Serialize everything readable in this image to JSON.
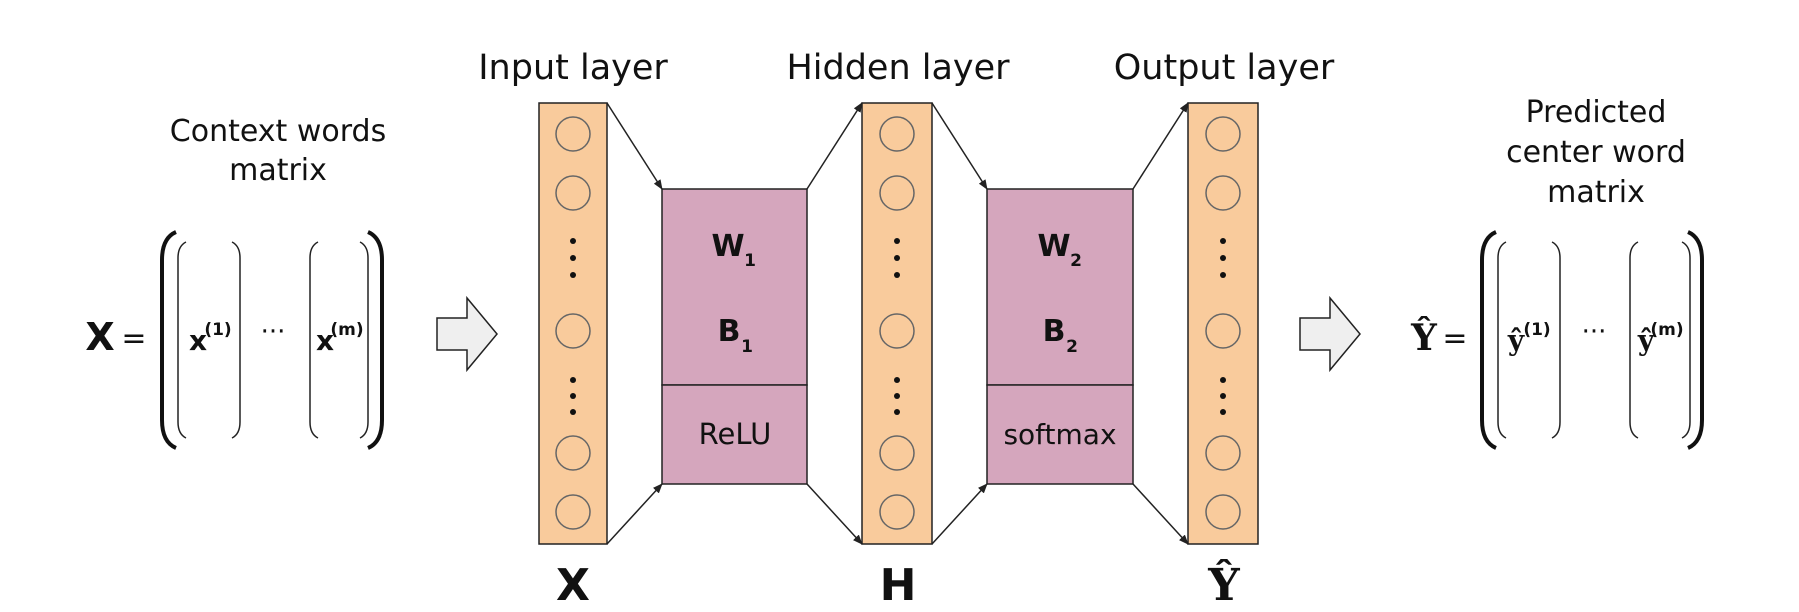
{
  "input_matrix": {
    "caption_line1": "Context words",
    "caption_line2": "matrix",
    "symbol": "X",
    "equals": "=",
    "col_first_base": "x",
    "col_first_sup": "(1)",
    "col_ellipsis": "···",
    "col_last_base": "x",
    "col_last_sup": "(m)"
  },
  "output_matrix": {
    "caption_line1": "Predicted",
    "caption_line2": "center word",
    "caption_line3": "matrix",
    "symbol": "Ŷ",
    "equals": "=",
    "col_first_base": "ŷ",
    "col_first_sup": "(1)",
    "col_ellipsis": "···",
    "col_last_base": "ŷ",
    "col_last_sup": "(m)"
  },
  "layers": {
    "input": {
      "title": "Input layer",
      "symbol": "X"
    },
    "hidden": {
      "title": "Hidden layer",
      "symbol": "H"
    },
    "output": {
      "title": "Output layer",
      "symbol": "Ŷ"
    }
  },
  "transform1": {
    "weight_base": "W",
    "weight_sub": "1",
    "bias_base": "B",
    "bias_sub": "1",
    "activation": "ReLU"
  },
  "transform2": {
    "weight_base": "W",
    "weight_sub": "2",
    "bias_base": "B",
    "bias_sub": "2",
    "activation": "softmax"
  },
  "colors": {
    "layer_fill": "#f9cb9c",
    "transform_fill": "#d5a6bd",
    "arrow_fill": "#efefef",
    "stroke": "#222222",
    "neuron_stroke": "#666666"
  }
}
